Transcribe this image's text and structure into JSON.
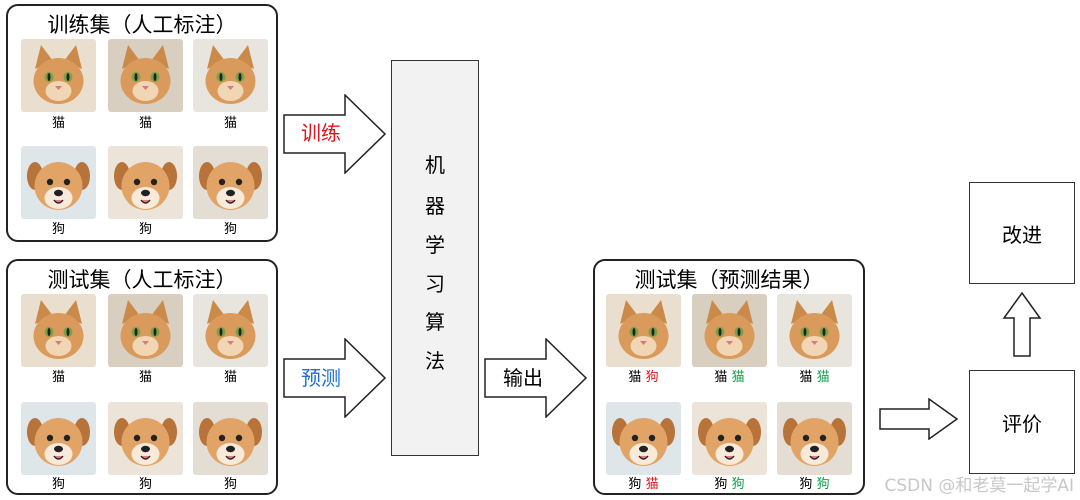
{
  "train_panel": {
    "title": "训练集（人工标注）",
    "images": [
      {
        "icon": "cat-icon",
        "label": "猫"
      },
      {
        "icon": "cat-icon",
        "label": "猫"
      },
      {
        "icon": "cat-icon",
        "label": "猫"
      },
      {
        "icon": "dog-icon",
        "label": "狗"
      },
      {
        "icon": "dog-icon",
        "label": "狗"
      },
      {
        "icon": "dog-icon",
        "label": "狗"
      }
    ]
  },
  "test_panel": {
    "title": "测试集（人工标注）",
    "images": [
      {
        "icon": "cat-icon",
        "label": "猫"
      },
      {
        "icon": "cat-icon",
        "label": "猫"
      },
      {
        "icon": "cat-icon",
        "label": "猫"
      },
      {
        "icon": "dog-icon",
        "label": "狗"
      },
      {
        "icon": "dog-icon",
        "label": "狗"
      },
      {
        "icon": "dog-icon",
        "label": "狗"
      }
    ]
  },
  "arrows": {
    "train_label": "训练",
    "predict_label": "预测",
    "output_label": "输出"
  },
  "algorithm": {
    "chars": [
      "机",
      "器",
      "学",
      "习",
      "算",
      "法"
    ]
  },
  "result_panel": {
    "title": "测试集（预测结果）",
    "images": [
      {
        "icon": "cat-icon",
        "truth": "猫",
        "pred": "狗",
        "correct": false
      },
      {
        "icon": "cat-icon",
        "truth": "猫",
        "pred": "猫",
        "correct": true
      },
      {
        "icon": "cat-icon",
        "truth": "猫",
        "pred": "猫",
        "correct": true
      },
      {
        "icon": "dog-icon",
        "truth": "狗",
        "pred": "猫",
        "correct": false
      },
      {
        "icon": "dog-icon",
        "truth": "狗",
        "pred": "狗",
        "correct": true
      },
      {
        "icon": "dog-icon",
        "truth": "狗",
        "pred": "狗",
        "correct": true
      }
    ]
  },
  "evaluate": {
    "label": "评价"
  },
  "improve": {
    "label": "改进"
  },
  "watermark": "CSDN @和老莫一起学AI",
  "colors": {
    "train_text": "#e0141e",
    "predict_text": "#1e6fd9",
    "correct": "#12a14b",
    "wrong": "#e0141e",
    "algo_fill": "#f2f2f2"
  }
}
